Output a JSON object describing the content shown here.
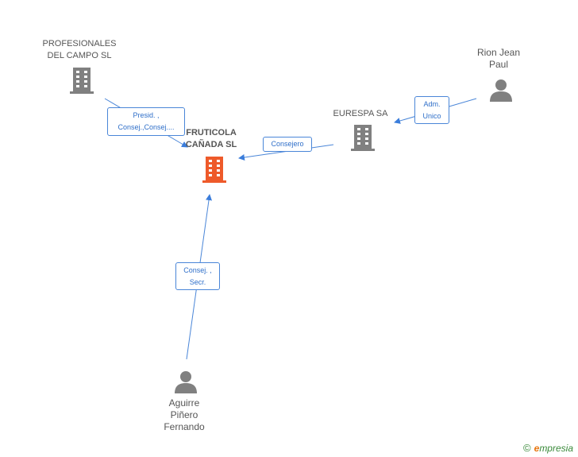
{
  "nodes": {
    "profesionales": {
      "name_line1": "PROFESIONALES",
      "name_line2": "DEL CAMPO SL",
      "type": "company"
    },
    "fruticola": {
      "name_line1": "FRUTICOLA",
      "name_line2": "CAÑADA SL",
      "type": "company-main"
    },
    "eurespa": {
      "name_line1": "EURESPA SA",
      "type": "company"
    },
    "rion": {
      "name_line1": "Rion Jean",
      "name_line2": "Paul",
      "type": "person"
    },
    "aguirre": {
      "name_line1": "Aguirre",
      "name_line2": "Piñero",
      "name_line3": "Fernando",
      "type": "person"
    }
  },
  "edges": {
    "profesionales_fruticola": {
      "line1": "Presid. ,",
      "line2": "Consej.,Consej...."
    },
    "eurespa_fruticola": {
      "line1": "Consejero"
    },
    "rion_eurespa": {
      "line1": "Adm.",
      "line2": "Unico"
    },
    "aguirre_fruticola": {
      "line1": "Consej. ,",
      "line2": "Secr."
    }
  },
  "colors": {
    "company": "#808080",
    "main_company": "#ee5a2a",
    "person": "#808080",
    "edge": "#4a86d8"
  },
  "brand": {
    "copyright": "©",
    "e": "e",
    "name": "mpresia"
  }
}
